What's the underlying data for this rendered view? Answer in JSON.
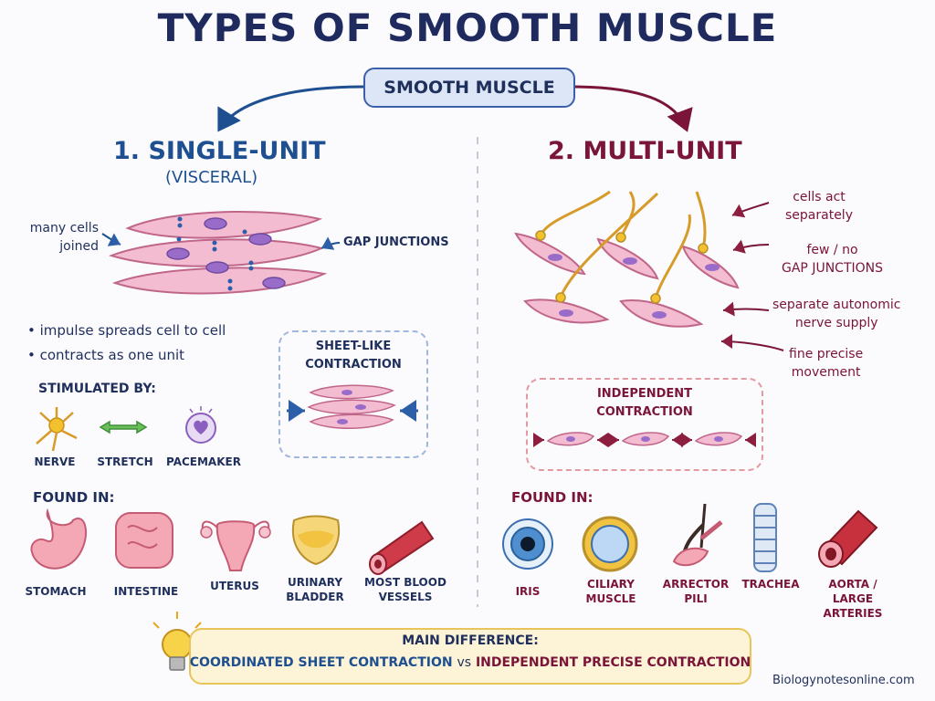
{
  "title": "TYPES OF SMOOTH MUSCLE",
  "root": "SMOOTH MUSCLE",
  "single": {
    "heading": "1. SINGLE-UNIT",
    "subheading": "(VISCERAL)",
    "left_note": [
      "many cells",
      "joined"
    ],
    "right_note": "GAP JUNCTIONS",
    "bullets": [
      "• impulse spreads cell to cell",
      "• contracts as one unit"
    ],
    "box_label": [
      "SHEET-LIKE",
      "CONTRACTION"
    ],
    "stimulated_heading": "STIMULATED BY:",
    "stimuli": [
      "NERVE",
      "STRETCH",
      "PACEMAKER"
    ],
    "found_heading": "FOUND IN:",
    "found": [
      [
        "STOMACH"
      ],
      [
        "INTESTINE"
      ],
      [
        "UTERUS"
      ],
      [
        "URINARY",
        "BLADDER"
      ],
      [
        "MOST BLOOD",
        "VESSELS"
      ]
    ]
  },
  "multi": {
    "heading": "2. MULTI-UNIT",
    "notes": [
      [
        "cells act",
        "separately"
      ],
      [
        "few / no",
        "GAP JUNCTIONS"
      ],
      [
        "separate autonomic",
        "nerve supply"
      ],
      [
        "fine precise",
        "movement"
      ]
    ],
    "box_label": [
      "INDEPENDENT",
      "CONTRACTION"
    ],
    "found_heading": "FOUND IN:",
    "found": [
      [
        "IRIS"
      ],
      [
        "CILIARY",
        "MUSCLE"
      ],
      [
        "ARRECTOR",
        "PILI"
      ],
      [
        "TRACHEA"
      ],
      [
        "AORTA /",
        "LARGE",
        "ARTERIES"
      ]
    ]
  },
  "bottom": {
    "heading": "MAIN DIFFERENCE:",
    "left": "COORDINATED  SHEET CONTRACTION",
    "vs": "vs",
    "right": "INDEPENDENT PRECISE CONTRACTION"
  },
  "footer": "Biologynotesonline.com",
  "colors": {
    "navy": "#1f2f5c",
    "blue": "#1d4f91",
    "maroon": "#7a1438",
    "muscle_pink": "#f3bcd0",
    "nucleus": "#9a6cc9",
    "nerve": "#d79b2a"
  }
}
